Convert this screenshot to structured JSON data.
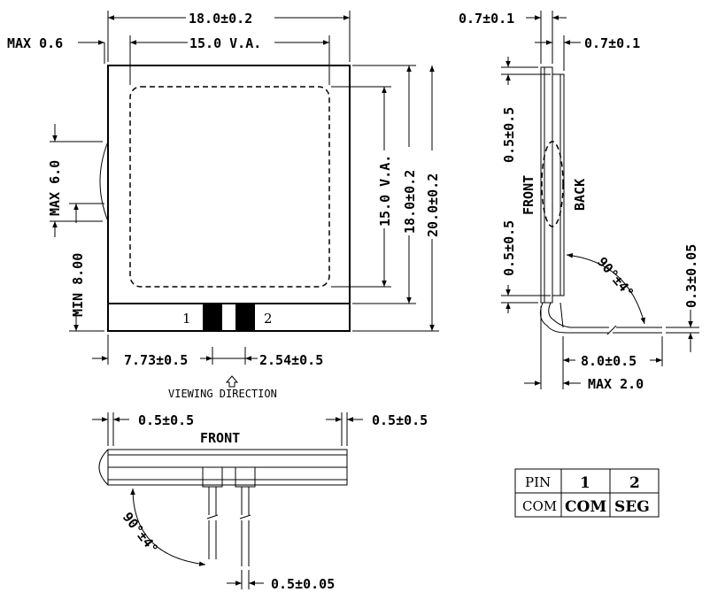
{
  "front_view": {
    "dim_width_overall": "18.0±0.2",
    "dim_width_va": "15.0 V.A.",
    "dim_max_left": "MAX 0.6",
    "dim_max_height_bulge": "MAX 6.0",
    "dim_min_height": "MIN 8.00",
    "dim_height_va": "15.0 V.A.",
    "dim_height_glass": "18.0±0.2",
    "dim_height_overall": "20.0±0.2",
    "pin_label_1": "1",
    "pin_label_2": "2",
    "dim_pin_offset": "7.73±0.5",
    "dim_pin_pitch": "2.54±0.5",
    "viewing_direction": "VIEWING DIRECTION"
  },
  "side_view": {
    "dim_top_left": "0.7±0.1",
    "dim_top_right": "0.7±0.1",
    "dim_upper_left": "0.5±0.5",
    "dim_lower_left": "0.5±0.5",
    "label_front": "FRONT",
    "label_back": "BACK",
    "dim_angle": "90°±4°",
    "dim_right": "0.3±0.05",
    "dim_pin_length": "8.0±0.5",
    "dim_max_bottom": "MAX 2.0"
  },
  "bottom_view": {
    "dim_left": "0.5±0.5",
    "dim_right": "0.5±0.5",
    "label_front": "FRONT",
    "dim_angle": "90°±4°",
    "dim_pin_width": "0.5±0.05"
  },
  "pin_table": {
    "header": [
      "PIN",
      "1",
      "2"
    ],
    "row": [
      "COM",
      "COM",
      "SEG"
    ]
  }
}
